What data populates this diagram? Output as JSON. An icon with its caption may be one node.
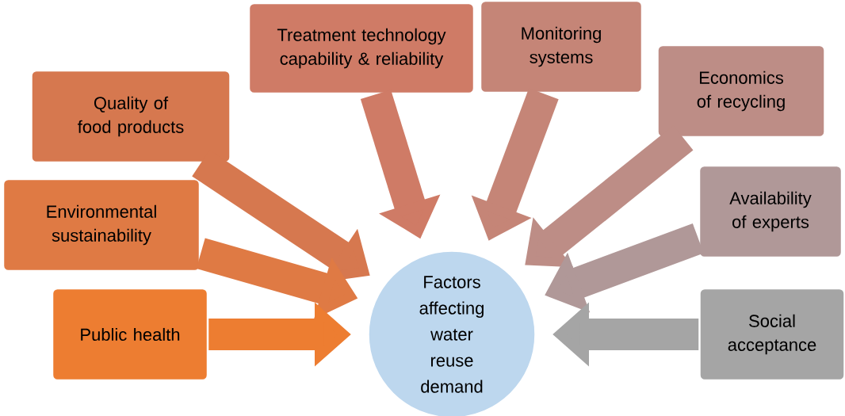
{
  "diagram": {
    "nodes": [
      {
        "text": [
          "Quality of food products"
        ]
      },
      {
        "text": [
          "Environmental sustainability"
        ]
      },
      {
        "text": [
          "Public health"
        ]
      },
      {
        "text": [
          "Treatment technology capability & reliability"
        ]
      },
      {
        "text": [
          "Monitoring systems"
        ]
      },
      {
        "text": [
          "Economics of recycling"
        ]
      },
      {
        "text": [
          "Availability of experts"
        ]
      },
      {
        "text": [
          "Social acceptance"
        ]
      },
      {
        "text": [
          "Factors affecting water reuse demand"
        ]
      }
    ],
    "edges": [
      {
        "from": 0,
        "to": 8,
        "arrow": "to",
        "color": "#d6784f"
      },
      {
        "from": 1,
        "to": 8,
        "arrow": "to",
        "color": "#df7a44"
      },
      {
        "from": 2,
        "to": 8,
        "arrow": "to",
        "color": "#ed7d31"
      },
      {
        "from": 3,
        "to": 8,
        "arrow": "to",
        "color": "#cf7b66"
      },
      {
        "from": 4,
        "to": 8,
        "arrow": "to",
        "color": "#c58577"
      },
      {
        "from": 5,
        "to": 8,
        "arrow": "to",
        "color": "#bd8d86"
      },
      {
        "from": 6,
        "to": 8,
        "arrow": "to",
        "color": "#b09898"
      },
      {
        "from": 7,
        "to": 8,
        "arrow": "to",
        "color": "#a5a5a5"
      }
    ]
  }
}
